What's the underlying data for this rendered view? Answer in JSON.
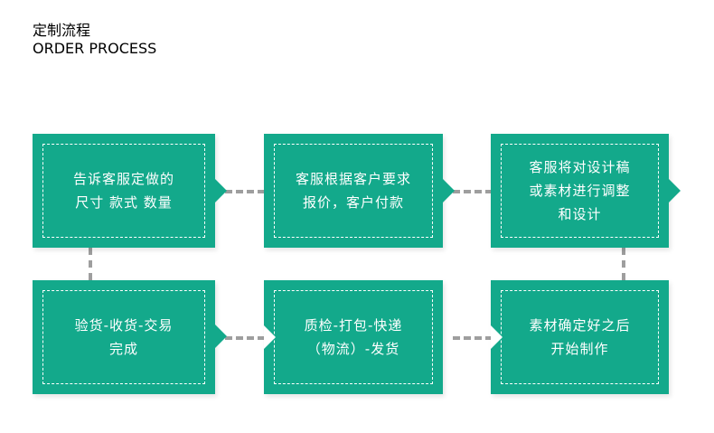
{
  "header": {
    "title": "定制流程",
    "subtitle": "ORDER PROCESS",
    "title_color": "#0fae8a",
    "subtitle_color": "#8d8d8d"
  },
  "theme": {
    "node_fill": "#13a98b",
    "node_text": "#ffffff",
    "connector": "#9e9e9e",
    "background": "#ffffff"
  },
  "flow": {
    "type": "process-flowchart",
    "direction": "left-to-right on top row, right-to-left on bottom row (serpentine)",
    "nodes": [
      {
        "id": "step-1",
        "order": 1,
        "text": "告诉客服定做的\n尺寸 款式 数量"
      },
      {
        "id": "step-2",
        "order": 2,
        "text": "客服根据客户要求\n报价，客户付款"
      },
      {
        "id": "step-3",
        "order": 3,
        "text": "客服将对设计稿\n或素材进行调整\n和设计"
      },
      {
        "id": "step-4",
        "order": 4,
        "text": "素材确定好之后\n开始制作"
      },
      {
        "id": "step-5",
        "order": 5,
        "text": "质检-打包-快递\n（物流）-发货"
      },
      {
        "id": "step-6",
        "order": 6,
        "text": "验货-收货-交易\n完成"
      }
    ],
    "edges": [
      {
        "from": "step-1",
        "to": "step-2",
        "style": "dashed-horizontal-right"
      },
      {
        "from": "step-2",
        "to": "step-3",
        "style": "dashed-horizontal-right"
      },
      {
        "from": "step-3",
        "to": "step-4",
        "style": "dashed-vertical-down"
      },
      {
        "from": "step-4",
        "to": "step-5",
        "style": "dashed-horizontal-left"
      },
      {
        "from": "step-5",
        "to": "step-6",
        "style": "dashed-horizontal-left"
      },
      {
        "from": "step-6",
        "to": "step-1",
        "style": "dashed-vertical-up"
      }
    ]
  }
}
